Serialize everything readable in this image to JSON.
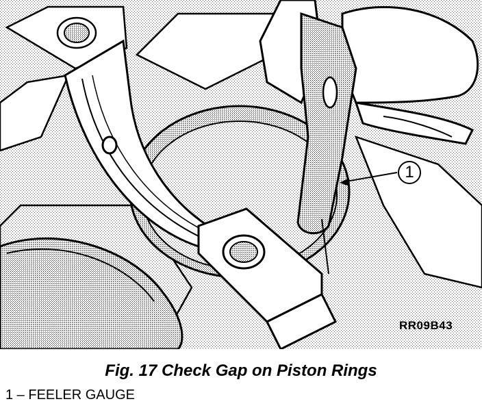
{
  "figure": {
    "reference_code": "RR09B43",
    "callout": "1",
    "caption": "Fig. 17 Check Gap on Piston Rings",
    "legend": [
      {
        "number": "1",
        "separator": " – ",
        "label": "FEELER GAUGE"
      }
    ]
  }
}
